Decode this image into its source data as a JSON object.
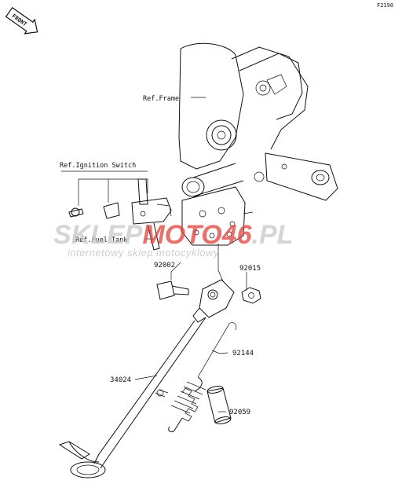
{
  "diagram": {
    "figure_code": "F2190",
    "front_badge": "FRONT",
    "ref_labels": {
      "frame": "Ref.Frame",
      "ignition_switch": "Ref.Ignition Switch",
      "fuel_tank": "Ref.Fuel Tank"
    },
    "part_numbers": {
      "bolt": "92002",
      "nut": "92015",
      "spring": "92144",
      "side_stand": "34024",
      "collar": "92059"
    },
    "watermark": {
      "brand_left": "SKLEP",
      "brand_right": "MOTO46",
      "brand_tld": ".PL",
      "tagline": "internetowy sklep motocyklowy",
      "brand_gray": "#c8c8c8",
      "brand_red": "#e0413c"
    }
  }
}
